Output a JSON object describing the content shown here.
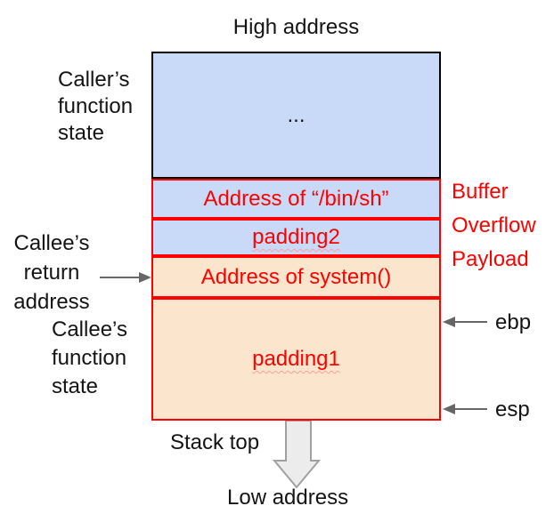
{
  "labels": {
    "high_address": "High address",
    "low_address": "Low address",
    "stack_top": "Stack top",
    "caller_state": "Caller’s\nfunction\nstate",
    "callee_return": "Callee’s\nreturn\naddress",
    "callee_state": "Callee’s\nfunction\nstate",
    "payload": "Buffer\nOverflow\nPayload"
  },
  "stack": {
    "caller_frame_content": "...",
    "rows": [
      {
        "label": "Address of “/bin/sh”",
        "fill": "blue",
        "part_of_payload": true
      },
      {
        "label": "padding2",
        "fill": "blue",
        "part_of_payload": true
      },
      {
        "label": "Address of system()",
        "fill": "peach",
        "part_of_payload": true
      },
      {
        "label": "padding1",
        "fill": "peach",
        "part_of_payload": false
      }
    ]
  },
  "registers": {
    "ebp": "ebp",
    "esp": "esp"
  },
  "colors": {
    "blue_fill": "#c9daf8",
    "peach_fill": "#fce5cd",
    "red": "#ff0000",
    "black_border": "#000000",
    "arrow_gray": "#666666",
    "big_arrow_fill": "#ececec",
    "big_arrow_stroke": "#a0a0a0"
  }
}
